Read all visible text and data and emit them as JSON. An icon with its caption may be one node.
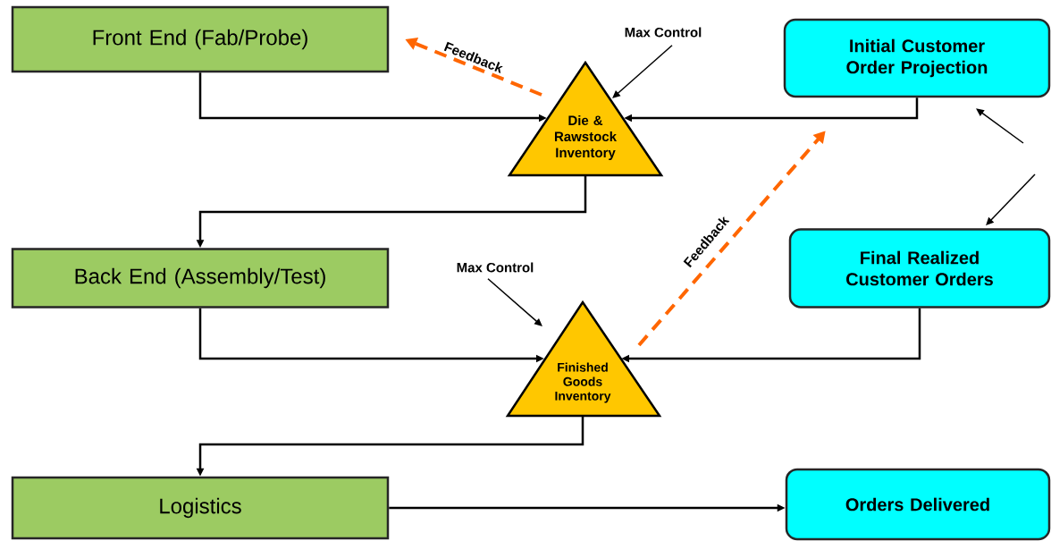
{
  "diagram": {
    "nodes": [
      {
        "text": [
          "Front End (Fab/Probe)"
        ]
      },
      {
        "text": [
          "Die & Rawstock Inventory"
        ]
      },
      {
        "text": [
          "Initial Customer Order Projection"
        ]
      },
      {
        "text": [
          "Back End (Assembly/Test)"
        ]
      },
      {
        "text": [
          "Max Control"
        ]
      },
      {
        "text": [
          "Final Realized Customer Orders"
        ]
      },
      {
        "text": [
          "Finished Goods Inventory"
        ]
      },
      {
        "text": [
          "Logistics"
        ]
      },
      {
        "text": [
          "Orders Delivered"
        ]
      },
      {
        "text": [
          "Max Control"
        ]
      }
    ],
    "edges": [
      {
        "from": 0,
        "to": 1,
        "arrow": "to"
      },
      {
        "from": 2,
        "to": 1,
        "arrow": "to"
      },
      {
        "from": 1,
        "to": 0,
        "arrow": "to",
        "style": "dashed",
        "color": "#ff6600",
        "label": "Feedback"
      },
      {
        "from": 4,
        "to": 1,
        "arrow": "to"
      },
      {
        "from": null,
        "to": 2,
        "arrow": "to"
      },
      {
        "from": null,
        "to": 5,
        "arrow": "to"
      },
      {
        "from": 1,
        "to": 3,
        "arrow": "to"
      },
      {
        "from": 3,
        "to": 6,
        "arrow": "to"
      },
      {
        "from": 5,
        "to": 6,
        "arrow": "to"
      },
      {
        "from": 9,
        "to": 6,
        "arrow": "to"
      },
      {
        "from": 6,
        "to": 2,
        "arrow": "to",
        "style": "dashed",
        "color": "#ff6600",
        "label": "Feedback"
      },
      {
        "from": 6,
        "to": 7,
        "arrow": "to"
      },
      {
        "from": 7,
        "to": 8,
        "arrow": "to"
      }
    ]
  }
}
